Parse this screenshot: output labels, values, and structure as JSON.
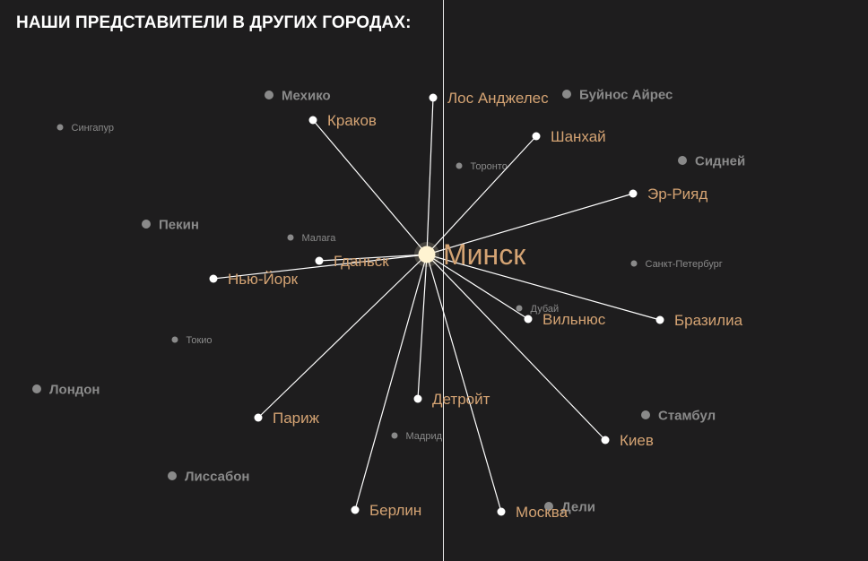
{
  "header": {
    "title": "НАШИ ПРЕДСТАВИТЕЛИ В ДРУГИХ ГОРОДАХ:"
  },
  "colors": {
    "background": "#1e1d1e",
    "accent": "#d4a373",
    "connector_line": "#ffffff",
    "inactive_city": "#8a8a8a",
    "hub": "#fff3d1"
  },
  "hub": {
    "name": "Минск"
  },
  "connected_cities": [
    {
      "name": "Лос Анджелес"
    },
    {
      "name": "Краков"
    },
    {
      "name": "Шанхай"
    },
    {
      "name": "Эр-Рияд"
    },
    {
      "name": "Гданьск"
    },
    {
      "name": "Нью-Йорк"
    },
    {
      "name": "Вильнюс"
    },
    {
      "name": "Бразилиа"
    },
    {
      "name": "Детройт"
    },
    {
      "name": "Париж"
    },
    {
      "name": "Киев"
    },
    {
      "name": "Берлин"
    },
    {
      "name": "Москва"
    }
  ],
  "other_cities": [
    {
      "name": "Мехико"
    },
    {
      "name": "Буйнос Айрес"
    },
    {
      "name": "Сингапур"
    },
    {
      "name": "Торонто"
    },
    {
      "name": "Сидней"
    },
    {
      "name": "Пекин"
    },
    {
      "name": "Малага"
    },
    {
      "name": "Санкт-Петербург"
    },
    {
      "name": "Дубай"
    },
    {
      "name": "Токио"
    },
    {
      "name": "Лондон"
    },
    {
      "name": "Стамбул"
    },
    {
      "name": "Мадрид"
    },
    {
      "name": "Лиссабон"
    },
    {
      "name": "Дели"
    }
  ]
}
